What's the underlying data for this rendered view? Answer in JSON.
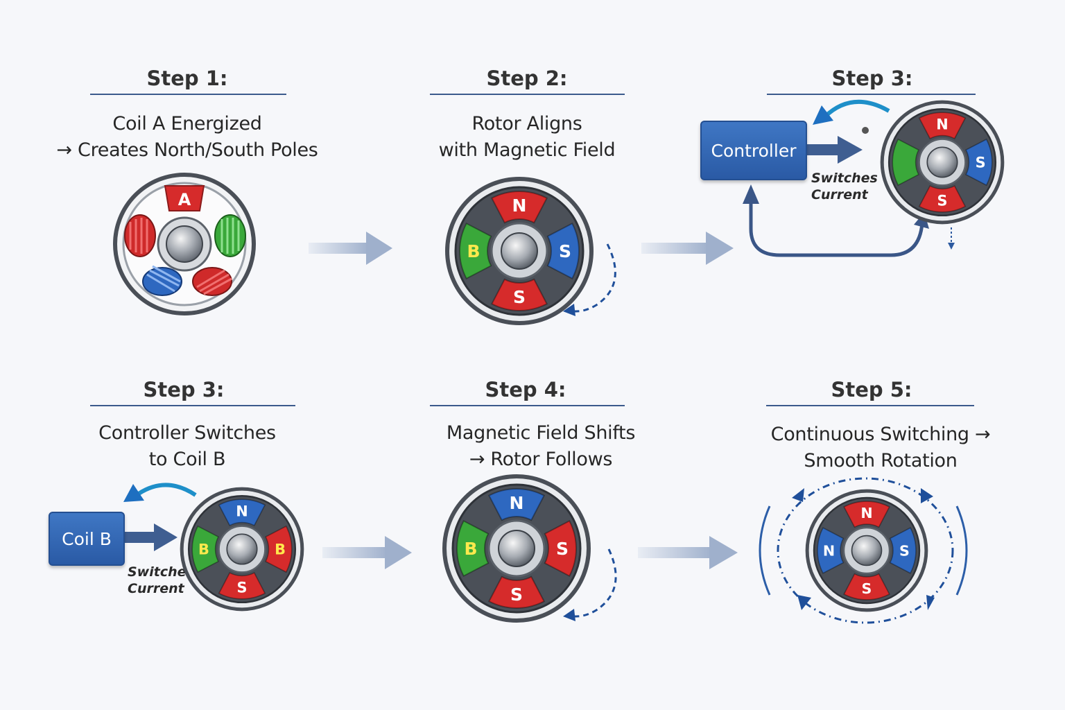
{
  "steps": [
    {
      "title": "Step 1:",
      "caption": [
        "Coil A Energized",
        "→ Creates North/South Poles"
      ]
    },
    {
      "title": "Step 2:",
      "caption": [
        "Rotor Aligns",
        "with Magnetic Field"
      ]
    },
    {
      "title": "Step 3:",
      "caption": []
    },
    {
      "title": "Step 3:",
      "caption": [
        "Controller Switches",
        "to Coil B"
      ]
    },
    {
      "title": "Step 4:",
      "caption": [
        "Magnetic Field Shifts",
        "→ Rotor Follows"
      ]
    },
    {
      "title": "Step 5:",
      "caption": [
        "Continuous Switching →",
        "Smooth Rotation"
      ]
    }
  ],
  "boxes": {
    "controller": "Controller",
    "coil_b": "Coil B"
  },
  "notes": {
    "step3_top": [
      "Switches",
      "Current"
    ],
    "step3_bottom": [
      "Switches",
      "Current"
    ]
  },
  "figures": {
    "step1": {
      "coil_label": "A"
    },
    "step2": {
      "poles": [
        "N",
        "S",
        "S",
        "B"
      ]
    },
    "step3_top": {
      "poles": [
        "N",
        "S",
        "S",
        ""
      ]
    },
    "step3_bottom": {
      "poles": [
        "N",
        "B",
        "S",
        "B"
      ]
    },
    "step4": {
      "poles": [
        "N",
        "S",
        "S",
        "B"
      ]
    },
    "step5": {
      "poles": [
        "N",
        "S",
        "S",
        "N"
      ]
    }
  },
  "colors": {
    "red": "#d62b2b",
    "blue": "#2e68c0",
    "green": "#3aa83a",
    "dark_blue": "#1f4f9a",
    "rule": "#3b5a8c",
    "flow_arrow": "#9fb0cc"
  }
}
